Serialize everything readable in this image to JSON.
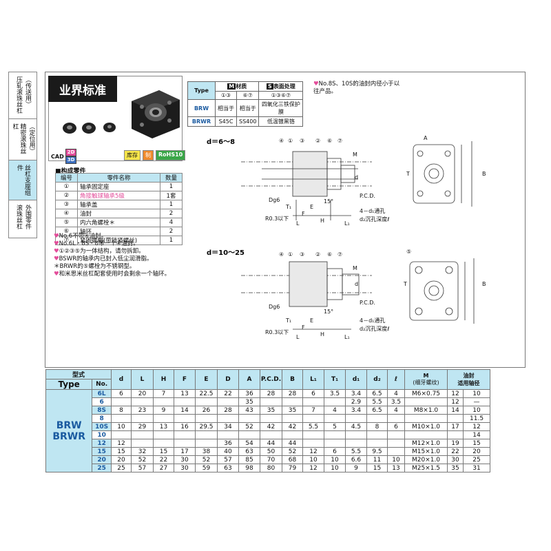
{
  "sidebar": [
    {
      "cols": [
        "压轧滚珠丝杠",
        "（传送用）"
      ],
      "active": false
    },
    {
      "cols": [
        "精密滚珠丝杠",
        "（定位用）"
      ],
      "active": false
    },
    {
      "cols": [
        "丝杠支座组件"
      ],
      "active": true
    },
    {
      "cols": [
        "滚珠丝杠",
        "外围零件"
      ],
      "active": false
    }
  ],
  "title": "业界标准",
  "cad": {
    "label": "CAD",
    "b1": "2D",
    "b2": "3D"
  },
  "badges": [
    "库存",
    "制",
    "RoHS10"
  ],
  "material": {
    "type_label": "Type",
    "mat_label": "材质",
    "surf_label": "表面处理",
    "m_key": "M",
    "s_key": "S",
    "sub": [
      "①③",
      "⑥⑦",
      "①③⑥⑦"
    ],
    "rows": [
      {
        "type": "BRW",
        "m1": "相当于",
        "m2": "相当于",
        "s": "四氧化三铁保护膜"
      },
      {
        "type": "BRWR",
        "m1": "S45C",
        "m2": "SS400",
        "s": "低温镀黑铬"
      }
    ]
  },
  "note_top": "No.8S、10S的油封内径小于以往产品。",
  "parts_title": "■构成零件",
  "parts_head": [
    "编号",
    "零件名称",
    "数量"
  ],
  "parts": [
    [
      "①",
      "轴承固定座",
      "1"
    ],
    [
      "②",
      "角接触球轴承5级",
      "1套"
    ],
    [
      "③",
      "轴承盖",
      "1"
    ],
    [
      "④",
      "油封",
      "2"
    ],
    [
      "⑤",
      "内六角螺栓＊",
      "4"
    ],
    [
      "⑥",
      "轴环",
      "2"
    ],
    [
      "⑦",
      "紧固螺帽(带锁紧螺丝)",
      "1"
    ]
  ],
  "notes": [
    "No.6不带④油封。",
    "No.6L・8S・8带一个④油封。",
    "①②③⑤为一体结构，请勿拆卸。",
    "BSWR的轴承内已封入低尘润滑脂。",
    "＊BRWR的⑤螺栓为不锈钢型。",
    "和米思米丝杠配套使用时会剩余一个轴环。"
  ],
  "draw1": {
    "title": "d＝6～8",
    "labels": [
      "④",
      "①",
      "③",
      "②",
      "⑥",
      "⑦",
      "M",
      "Dg6",
      "T₁",
      "F",
      "E",
      "L",
      "H",
      "L₁",
      "R0.3以下",
      "A",
      "T",
      "B",
      "P.C.D.",
      "4－d₁通孔",
      "d₂沉孔深度ℓ",
      "d",
      "15°"
    ]
  },
  "draw2": {
    "title": "d＝10～25",
    "labels": [
      "④",
      "①",
      "③",
      "②",
      "⑥",
      "⑦",
      "M",
      "Dg6",
      "T₁",
      "F",
      "E",
      "L",
      "H",
      "L₁",
      "R0.3以下",
      "⑤",
      "T",
      "B",
      "P.C.D.",
      "4－d₁通孔",
      "d₂沉孔深度ℓ",
      "d",
      "15°"
    ]
  },
  "table": {
    "model_label": "型式",
    "type_label": "Type",
    "no_label": "No.",
    "cols": [
      "d",
      "L",
      "H",
      "F",
      "E",
      "D",
      "A",
      "P.C.D.",
      "B",
      "L₁",
      "T₁",
      "d₁",
      "d₂",
      "ℓ"
    ],
    "m_label": "M",
    "m_sub": "(细牙螺纹)",
    "oil_label": "油封",
    "oil_sub": "适用轴径",
    "types": [
      "BRW",
      "BRWR"
    ],
    "rows": [
      [
        "6L",
        "6",
        "20",
        "7",
        "13",
        "22.5",
        "22",
        "36",
        "28",
        "28",
        "6",
        "3.5",
        "3.4",
        "6.5",
        "4",
        "M6×0.75",
        "12",
        "10"
      ],
      [
        "6",
        "",
        "",
        "",
        "",
        "",
        "",
        "35",
        "",
        "",
        "",
        "",
        "2.9",
        "5.5",
        "3.5",
        "",
        "12",
        "—"
      ],
      [
        "8S",
        "8",
        "23",
        "9",
        "14",
        "26",
        "28",
        "43",
        "35",
        "35",
        "7",
        "4",
        "3.4",
        "6.5",
        "4",
        "M8×1.0",
        "14",
        "10"
      ],
      [
        "8",
        "",
        "",
        "",
        "",
        "",
        "",
        "",
        "",
        "",
        "",
        "",
        "",
        "",
        "",
        "",
        "",
        "11.5"
      ],
      [
        "10S",
        "10",
        "29",
        "13",
        "16",
        "29.5",
        "34",
        "52",
        "42",
        "42",
        "5.5",
        "5",
        "4.5",
        "8",
        "6",
        "M10×1.0",
        "17",
        "12"
      ],
      [
        "10",
        "",
        "",
        "",
        "",
        "",
        "",
        "",
        "",
        "",
        "",
        "",
        "",
        "",
        "",
        "",
        "",
        "14"
      ],
      [
        "12",
        "12",
        "",
        "",
        "",
        "",
        "36",
        "54",
        "44",
        "44",
        "",
        "",
        "",
        "",
        "",
        "M12×1.0",
        "19",
        "15"
      ],
      [
        "15",
        "15",
        "32",
        "15",
        "17",
        "38",
        "40",
        "63",
        "50",
        "52",
        "12",
        "6",
        "5.5",
        "9.5",
        "",
        "M15×1.0",
        "22",
        "20"
      ],
      [
        "20",
        "20",
        "52",
        "22",
        "30",
        "52",
        "57",
        "85",
        "70",
        "68",
        "10",
        "10",
        "6.6",
        "11",
        "10",
        "M20×1.0",
        "30",
        "25"
      ],
      [
        "25",
        "25",
        "57",
        "27",
        "30",
        "59",
        "63",
        "98",
        "80",
        "79",
        "12",
        "10",
        "9",
        "15",
        "13",
        "M25×1.5",
        "35",
        "31"
      ]
    ]
  }
}
